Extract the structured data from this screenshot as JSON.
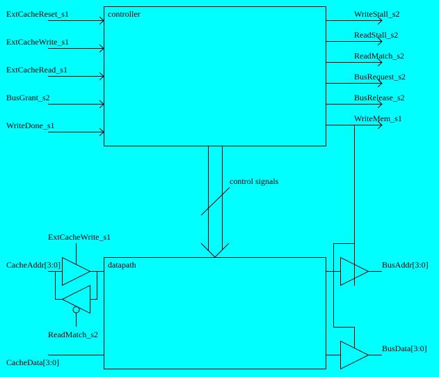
{
  "background_color": "#00ffff",
  "line_color": "#000000",
  "blocks": {
    "controller": {
      "label": "controller"
    },
    "datapath": {
      "label": "datapath"
    }
  },
  "controller_inputs": [
    {
      "label": "ExtCacheReset_s1"
    },
    {
      "label": "ExtCacheWrite_s1"
    },
    {
      "label": "ExtCacheRead_s1"
    },
    {
      "label": "BusGrant_s2"
    },
    {
      "label": "WriteDone_s1"
    }
  ],
  "controller_outputs": [
    {
      "label": "WriteStall_s2"
    },
    {
      "label": "ReadStall_s2"
    },
    {
      "label": "ReadMatch_s2"
    },
    {
      "label": "BusRequest_s2"
    },
    {
      "label": "BusRelease_s2"
    },
    {
      "label": "WriteMem_s1"
    }
  ],
  "bus": {
    "label": "control signals"
  },
  "datapath_left": {
    "cache_addr": "CacheAddr[3:0]",
    "cache_data": "CacheData[3:0]",
    "write_enable": "ExtCacheWrite_s1",
    "read_enable": "ReadMatch_s2"
  },
  "datapath_right": {
    "bus_addr": "BusAddr[3:0]",
    "bus_data": "BusData[3:0]"
  }
}
